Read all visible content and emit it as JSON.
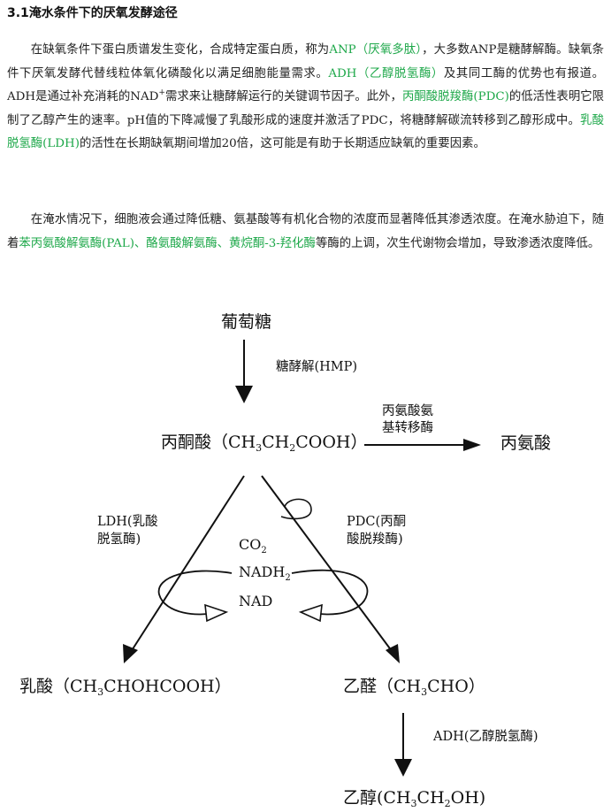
{
  "heading": "3.1淹水条件下的厌氧发酵途径",
  "para1": {
    "t1": "在缺氧条件下蛋白质谱发生变化，合成特定蛋白质，称为",
    "anp": "ANP（厌氧多肽）",
    "t2": "，大多数ANP是糖酵解酶。缺氧条件下厌氧发酵代替线粒体氧化磷酸化以满足细胞能量需求。",
    "adh": "ADH（乙醇脱氢酶）",
    "t3": "及其同工酶的优势也有报道。ADH是通过补充消耗的NAD",
    "sup": "+",
    "t4": "需求来让糖酵解运行的关键调节因子。此外，",
    "pdc": "丙酮酸脱羧酶(PDC)",
    "t5": "的低活性表明它限制了乙醇产生的速率。pH值的下降减慢了乳酸形成的速度并激活了PDC，将糖酵解碳流转移到乙醇形成中。",
    "ldh": "乳酸脱氢酶(LDH)",
    "t6": "的活性在长期缺氧期间增加20倍，这可能是有助于长期适应缺氧的重要因素。"
  },
  "para2": {
    "t1": "在淹水情况下，细胞液会通过降低糖、氨基酸等有机化合物的浓度而显著降低其渗透浓度。在淹水胁迫下，随着",
    "enz": "苯丙氨酸解氨酶(PAL)、酪氨酸解氨酶、黄烷酮-3-羟化酶",
    "t2": "等酶的上调，次生代谢物会增加，导致渗透浓度降低。"
  },
  "diagram": {
    "glucose": "葡萄糖",
    "glycolysis": "糖酵解(HMP)",
    "pyruvate_a": "丙酮酸（CH",
    "pyruvate_b": "CH",
    "pyruvate_c": "COOH）",
    "transaminase_1": "丙氨酸氨",
    "transaminase_2": "基转移酶",
    "alanine": "丙氨酸",
    "ldh_1": "LDH(乳酸",
    "ldh_2": "脱氢酶)",
    "pdc_1": "PDC(丙酮",
    "pdc_2": "酸脱羧酶)",
    "co2_a": "CO",
    "nadh_a": "NADH",
    "nad": "NAD",
    "lactate_a": "乳酸（CH",
    "lactate_b": "CHOHCOOH）",
    "acetaldehyde_a": "乙醛（CH",
    "acetaldehyde_b": "CHO）",
    "adh": "ADH(乙醇脱氢酶)",
    "ethanol_a": "乙醇(CH",
    "ethanol_b": "CH",
    "ethanol_c": "OH)",
    "sub3": "3",
    "sub2": "2"
  }
}
